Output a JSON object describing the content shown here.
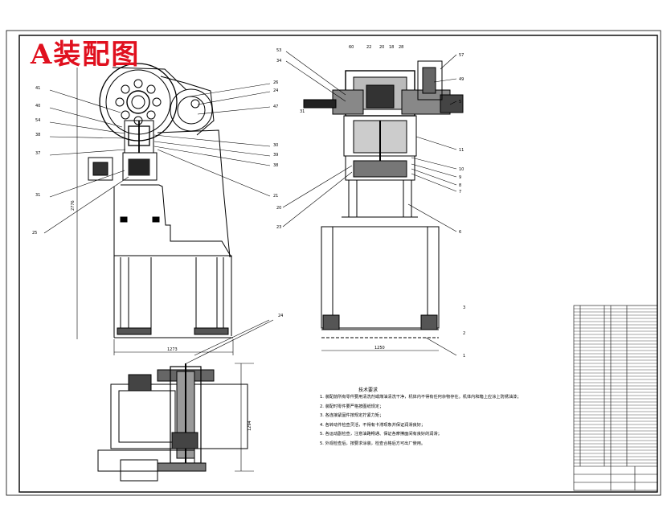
{
  "drawing": {
    "title": "A装配图",
    "colors": {
      "title": "#e0101e",
      "line": "#000000",
      "background": "#ffffff"
    },
    "dimensions": {
      "front_width": "1273",
      "front_height": "2776",
      "side_width": "1250",
      "top_depth": "1294"
    },
    "notes": {
      "title": "技术要求",
      "lines": [
        "1. 装配前所有零件要用清洗剂或煤油清洗干净，机体内不得有任何杂物存在。机体内和箱上应涂上防锈油漆；",
        "2. 装配时零件要严格按图纸规定；",
        "3. 各连接紧固件按规定拧紧力矩；",
        "4. 各转动件检查灵活，不得有卡滞现象并保证润滑良好；",
        "5. 各运动副检查，注意油路畅通、保证各摩擦面间有良好的润滑；",
        "5. 外观检查后，按要求涂装，检查合格后方可出厂使用。"
      ]
    }
  }
}
